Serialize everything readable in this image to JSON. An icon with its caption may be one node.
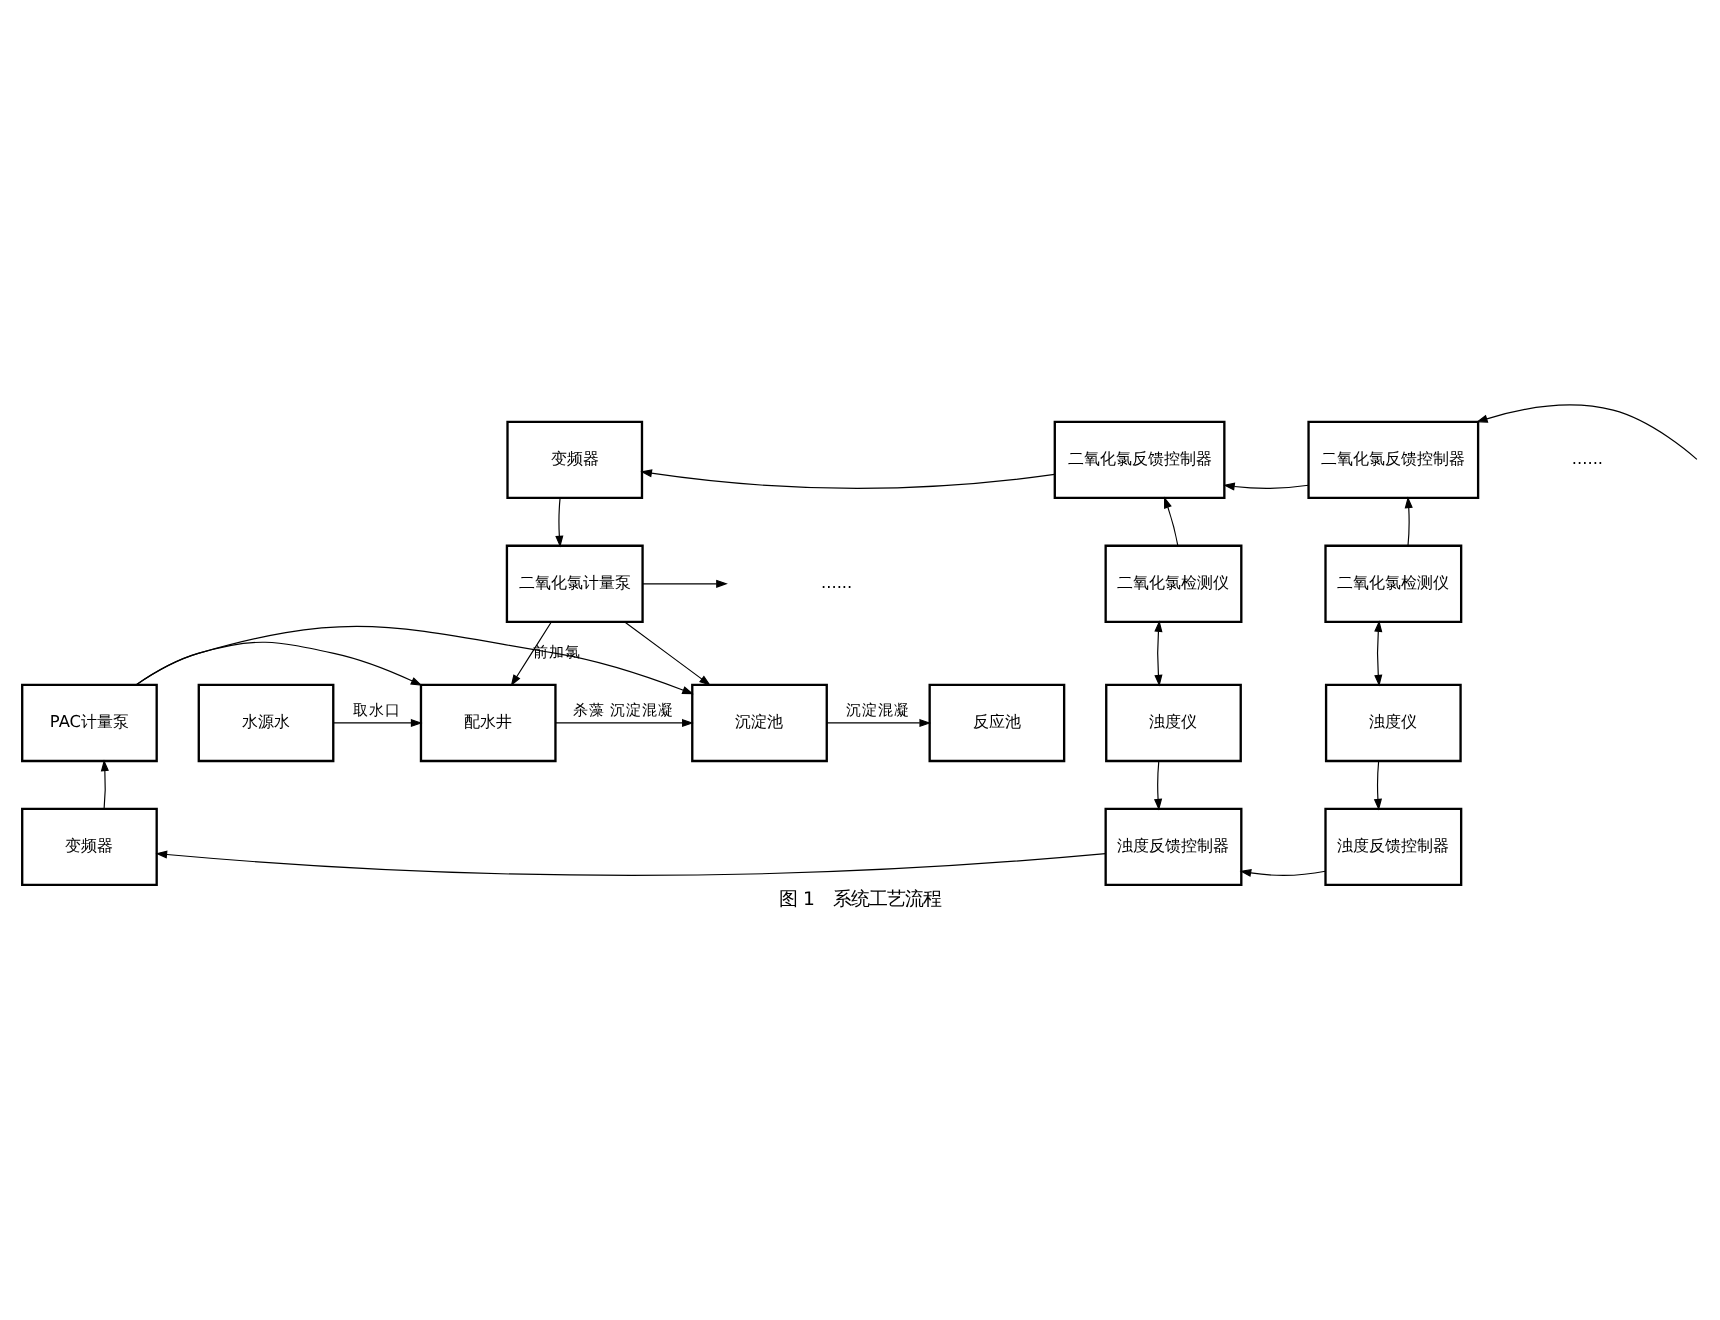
{
  "diagram": {
    "caption": "图 1　系统工艺流程",
    "nodes": [
      {
        "text": [
          "变频器"
        ]
      },
      {
        "text": [
          "二氧化氯反馈控制器"
        ]
      },
      {
        "text": [
          "二氧化氯反馈控制器"
        ]
      },
      {
        "text": [
          "二氧化氯计量泵"
        ]
      },
      {
        "text": [
          "二氧化氯检测仪"
        ]
      },
      {
        "text": [
          "二氧化氯检测仪"
        ]
      },
      {
        "text": [
          "水源水"
        ]
      },
      {
        "text": [
          "配水井"
        ]
      },
      {
        "text": [
          "沉淀池"
        ]
      },
      {
        "text": [
          "反应池"
        ]
      },
      {
        "text": [
          "PAC计量泵"
        ]
      },
      {
        "text": [
          "浊度仪"
        ]
      },
      {
        "text": [
          "浊度仪"
        ]
      },
      {
        "text": [
          "变频器"
        ]
      },
      {
        "text": [
          "浊度反馈控制器"
        ]
      },
      {
        "text": [
          "浊度反馈控制器"
        ]
      }
    ],
    "edges": [
      {
        "from": null,
        "to": 2,
        "arrow": "to"
      },
      {
        "from": 2,
        "to": 1,
        "arrow": "to"
      },
      {
        "from": 1,
        "to": 0,
        "arrow": "to"
      },
      {
        "from": 0,
        "to": 3,
        "arrow": "to"
      },
      {
        "from": 4,
        "to": 1,
        "arrow": "to"
      },
      {
        "from": 5,
        "to": 2,
        "arrow": "to"
      },
      {
        "from": 3,
        "to": 7,
        "arrow": "to",
        "label": "前加氯"
      },
      {
        "from": 3,
        "to": 8,
        "arrow": "to"
      },
      {
        "from": 3,
        "to": null,
        "arrow": "to"
      },
      {
        "from": 6,
        "to": 7,
        "arrow": "to",
        "label": "取水口"
      },
      {
        "from": 7,
        "to": 8,
        "arrow": "to",
        "label": "杀藻 沉淀混凝"
      },
      {
        "from": 8,
        "to": 9,
        "arrow": "to",
        "label": "沉淀混凝"
      },
      {
        "from": 4,
        "to": 11,
        "arrow": "both"
      },
      {
        "from": 5,
        "to": 12,
        "arrow": "both"
      },
      {
        "from": 10,
        "to": 7,
        "arrow": "to"
      },
      {
        "from": 10,
        "to": 8,
        "arrow": "to"
      },
      {
        "from": 11,
        "to": 14,
        "arrow": "to"
      },
      {
        "from": 12,
        "to": 15,
        "arrow": "to"
      },
      {
        "from": 15,
        "to": 14,
        "arrow": "to"
      },
      {
        "from": 14,
        "to": 13,
        "arrow": "to"
      },
      {
        "from": 13,
        "to": 10,
        "arrow": "to"
      }
    ],
    "labels": [
      "......",
      "......"
    ]
  }
}
